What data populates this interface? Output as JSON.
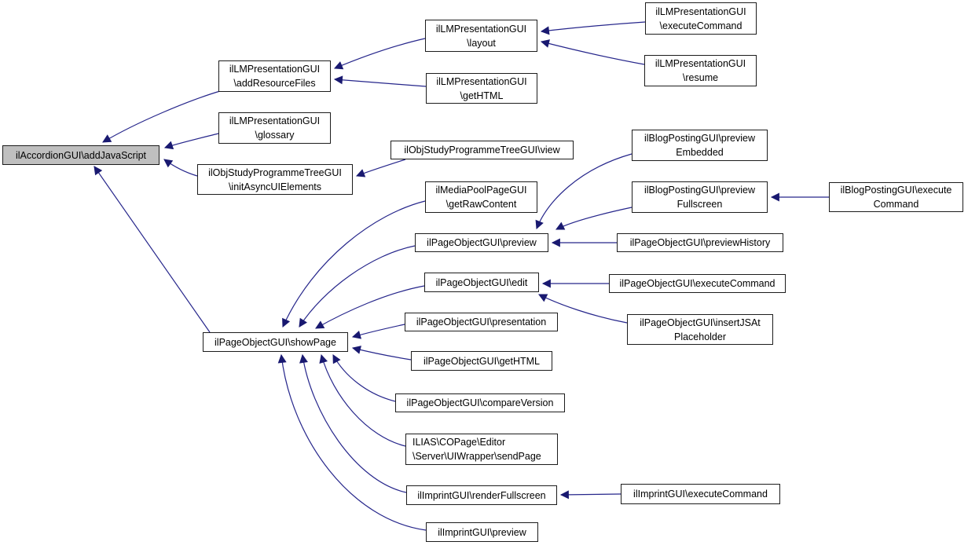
{
  "diagram": {
    "type": "caller-graph",
    "root_label": "ilAccordionGUI\\addJavaScript",
    "colors": {
      "edge": "#26268b",
      "arrowhead": "#191970",
      "node_border": "#1c1c1c",
      "node_fill": "#ffffff",
      "root_node_fill": "#bfbfbf",
      "background": "#ffffff",
      "text": "#000000"
    },
    "nodes": [
      {
        "id": "ilAccordionGUI-addJavaScript",
        "lines": [
          "ilAccordionGUI\\addJavaScript"
        ]
      },
      {
        "id": "ilLMPresentationGUI-addResourceFiles",
        "lines": [
          "ilLMPresentationGUI",
          "\\addResourceFiles"
        ]
      },
      {
        "id": "ilLMPresentationGUI-glossary",
        "lines": [
          "ilLMPresentationGUI",
          "\\glossary"
        ]
      },
      {
        "id": "ilObjStudyProgrammeTreeGUI-initAsyncUIElements",
        "lines": [
          "ilObjStudyProgrammeTreeGUI",
          "\\initAsyncUIElements"
        ]
      },
      {
        "id": "ilObjStudyProgrammeTreeGUI-view",
        "lines": [
          "ilObjStudyProgrammeTreeGUI\\view"
        ]
      },
      {
        "id": "ilLMPresentationGUI-layout",
        "lines": [
          "ilLMPresentationGUI",
          "\\layout"
        ]
      },
      {
        "id": "ilLMPresentationGUI-getHTML",
        "lines": [
          "ilLMPresentationGUI",
          "\\getHTML"
        ]
      },
      {
        "id": "ilLMPresentationGUI-executeCommand",
        "lines": [
          "ilLMPresentationGUI",
          "\\executeCommand"
        ]
      },
      {
        "id": "ilLMPresentationGUI-resume",
        "lines": [
          "ilLMPresentationGUI",
          "\\resume"
        ]
      },
      {
        "id": "ilBlogPostingGUI-previewEmbedded",
        "lines": [
          "ilBlogPostingGUI\\preview",
          "Embedded"
        ]
      },
      {
        "id": "ilBlogPostingGUI-previewFullscreen",
        "lines": [
          "ilBlogPostingGUI\\preview",
          "Fullscreen"
        ]
      },
      {
        "id": "ilBlogPostingGUI-executeCommand",
        "lines": [
          "ilBlogPostingGUI\\execute",
          "Command"
        ]
      },
      {
        "id": "ilPageObjectGUI-previewHistory",
        "lines": [
          "ilPageObjectGUI\\previewHistory"
        ]
      },
      {
        "id": "ilPageObjectGUI-executeCommand",
        "lines": [
          "ilPageObjectGUI\\executeCommand"
        ]
      },
      {
        "id": "ilPageObjectGUI-insertJSAtPlaceholder",
        "lines": [
          "ilPageObjectGUI\\insertJSAt",
          "Placeholder"
        ]
      },
      {
        "id": "ilMediaPoolPageGUI-getRawContent",
        "lines": [
          "ilMediaPoolPageGUI",
          "\\getRawContent"
        ]
      },
      {
        "id": "ilPageObjectGUI-preview",
        "lines": [
          "ilPageObjectGUI\\preview"
        ]
      },
      {
        "id": "ilPageObjectGUI-edit",
        "lines": [
          "ilPageObjectGUI\\edit"
        ]
      },
      {
        "id": "ilPageObjectGUI-presentation",
        "lines": [
          "ilPageObjectGUI\\presentation"
        ]
      },
      {
        "id": "ilPageObjectGUI-showPage",
        "lines": [
          "ilPageObjectGUI\\showPage"
        ]
      },
      {
        "id": "ilPageObjectGUI-getHTML",
        "lines": [
          "ilPageObjectGUI\\getHTML"
        ]
      },
      {
        "id": "ilPageObjectGUI-compareVersion",
        "lines": [
          "ilPageObjectGUI\\compareVersion"
        ]
      },
      {
        "id": "ILIAS-COPage-Editor-Server-UIWrapper-sendPage",
        "lines": [
          "ILIAS\\COPage\\Editor",
          "\\Server\\UIWrapper\\sendPage"
        ]
      },
      {
        "id": "ilImprintGUI-renderFullscreen",
        "lines": [
          "ilImprintGUI\\renderFullscreen"
        ]
      },
      {
        "id": "ilImprintGUI-preview",
        "lines": [
          "ilImprintGUI\\preview"
        ]
      },
      {
        "id": "ilImprintGUI-executeCommand",
        "lines": [
          "ilImprintGUI\\executeCommand"
        ]
      }
    ],
    "edges": [
      {
        "from": "ilLMPresentationGUI\\addResourceFiles",
        "to": "ilAccordionGUI\\addJavaScript"
      },
      {
        "from": "ilLMPresentationGUI\\glossary",
        "to": "ilAccordionGUI\\addJavaScript"
      },
      {
        "from": "ilObjStudyProgrammeTreeGUI\\initAsyncUIElements",
        "to": "ilAccordionGUI\\addJavaScript"
      },
      {
        "from": "ilPageObjectGUI\\showPage",
        "to": "ilAccordionGUI\\addJavaScript"
      },
      {
        "from": "ilLMPresentationGUI\\layout",
        "to": "ilLMPresentationGUI\\addResourceFiles"
      },
      {
        "from": "ilLMPresentationGUI\\getHTML",
        "to": "ilLMPresentationGUI\\addResourceFiles"
      },
      {
        "from": "ilLMPresentationGUI\\executeCommand",
        "to": "ilLMPresentationGUI\\layout"
      },
      {
        "from": "ilLMPresentationGUI\\resume",
        "to": "ilLMPresentationGUI\\layout"
      },
      {
        "from": "ilObjStudyProgrammeTreeGUI\\view",
        "to": "ilObjStudyProgrammeTreeGUI\\initAsyncUIElements"
      },
      {
        "from": "ilMediaPoolPageGUI\\getRawContent",
        "to": "ilPageObjectGUI\\showPage"
      },
      {
        "from": "ilPageObjectGUI\\preview",
        "to": "ilPageObjectGUI\\showPage"
      },
      {
        "from": "ilPageObjectGUI\\edit",
        "to": "ilPageObjectGUI\\showPage"
      },
      {
        "from": "ilPageObjectGUI\\presentation",
        "to": "ilPageObjectGUI\\showPage"
      },
      {
        "from": "ilPageObjectGUI\\getHTML",
        "to": "ilPageObjectGUI\\showPage"
      },
      {
        "from": "ilPageObjectGUI\\compareVersion",
        "to": "ilPageObjectGUI\\showPage"
      },
      {
        "from": "ILIAS\\COPage\\Editor\\Server\\UIWrapper\\sendPage",
        "to": "ilPageObjectGUI\\showPage"
      },
      {
        "from": "ilImprintGUI\\renderFullscreen",
        "to": "ilPageObjectGUI\\showPage"
      },
      {
        "from": "ilImprintGUI\\preview",
        "to": "ilPageObjectGUI\\showPage"
      },
      {
        "from": "ilBlogPostingGUI\\previewEmbedded",
        "to": "ilPageObjectGUI\\preview"
      },
      {
        "from": "ilBlogPostingGUI\\previewFullscreen",
        "to": "ilPageObjectGUI\\preview"
      },
      {
        "from": "ilPageObjectGUI\\previewHistory",
        "to": "ilPageObjectGUI\\preview"
      },
      {
        "from": "ilBlogPostingGUI\\executeCommand",
        "to": "ilBlogPostingGUI\\previewFullscreen"
      },
      {
        "from": "ilPageObjectGUI\\executeCommand",
        "to": "ilPageObjectGUI\\edit"
      },
      {
        "from": "ilPageObjectGUI\\insertJSAtPlaceholder",
        "to": "ilPageObjectGUI\\edit"
      },
      {
        "from": "ilImprintGUI\\executeCommand",
        "to": "ilImprintGUI\\renderFullscreen"
      }
    ]
  }
}
